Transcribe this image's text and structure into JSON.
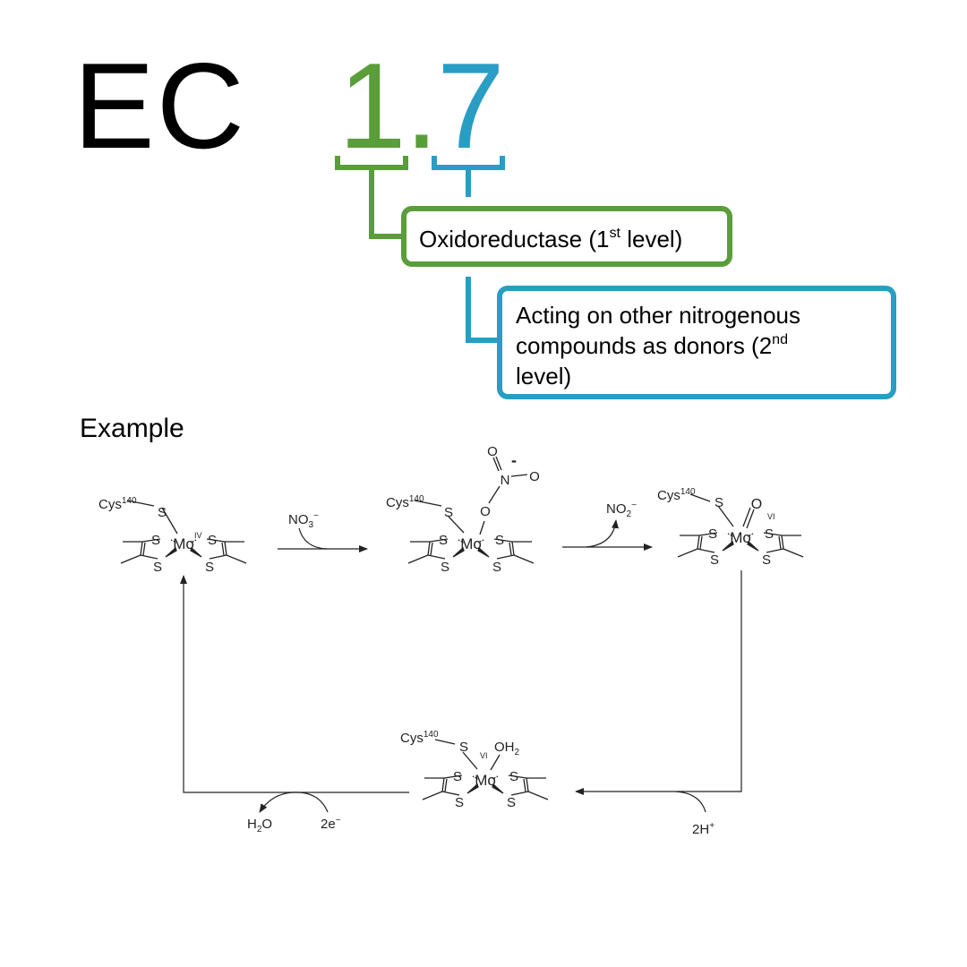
{
  "heading": {
    "prefix": "EC",
    "first_digit": "1",
    "dot": ".",
    "second_digit": "7"
  },
  "colors": {
    "level1": "#5a9e3a",
    "level2": "#2a9dc4"
  },
  "level1_box": {
    "text": "Oxidoreductase (1",
    "sup": "st",
    "suffix": " level)"
  },
  "level2_box": {
    "line1": "Acting on other nitrogenous",
    "line2_text": "compounds as donors (2",
    "line2_sup": "nd",
    "line3": "level)"
  },
  "example_label": "Example",
  "scheme": {
    "cys": "Cys",
    "cys_sup": "140",
    "sulfur": "S",
    "metal": "Mo",
    "ox_iv": "IV",
    "ox_vi": "VI",
    "oxygen": "O",
    "nitrogen": "N",
    "minus": "-",
    "nitrate": "NO",
    "nitrate_sub": "3",
    "nitrite": "NO",
    "nitrite_sub": "2",
    "charge": "−",
    "water_ligand": "OH",
    "water_ligand_sub": "2",
    "water_h": "H",
    "water_sub": "2",
    "water_o": "O",
    "electrons": "2e",
    "protons": "2H",
    "plus": "+"
  }
}
